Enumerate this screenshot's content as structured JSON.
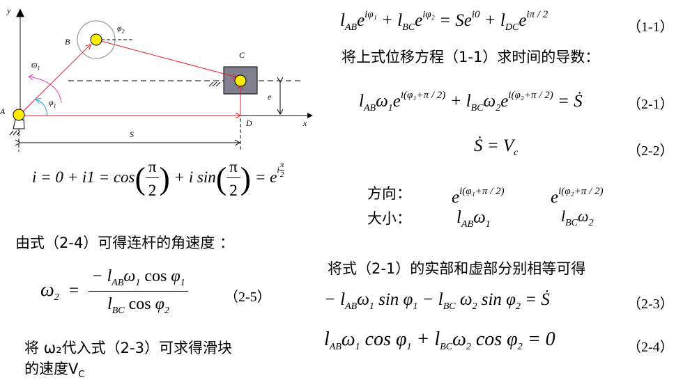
{
  "diagram": {
    "labels": {
      "y": "y",
      "x": "x",
      "A": "A",
      "B": "B",
      "C": "C",
      "D": "D",
      "S": "S",
      "e": "e",
      "omega1": "ϖ",
      "omega1_sub": "1",
      "phi1": "φ",
      "phi1_sub": "1",
      "phi2": "φ",
      "phi2_sub": "2"
    },
    "colors": {
      "link": "#e8202a",
      "joint": "#ffee00",
      "slider": "#808090",
      "omega": "#e040c0",
      "phi": "#20a0e0"
    }
  },
  "left": {
    "euler_eq": {
      "lhs": "i = 0 + i1 = cos",
      "pi": "π",
      "two": "2",
      "plus_isin": "+ i sin",
      "equals_e": "= e",
      "exp_i": "i",
      "exp_pi": "π",
      "exp_2": "2"
    },
    "text1": "由式（2-4）可得连杆的角速度 ：",
    "omega2_eq": {
      "lhs": "ω",
      "lhs_sub": "2",
      "eq": "=",
      "num": [
        "− ",
        "l",
        "AB",
        "ω",
        "1",
        " cos ",
        "φ",
        "1"
      ],
      "den": [
        "l",
        "BC",
        " cos ",
        "φ",
        "2"
      ],
      "number": "（2-5）"
    },
    "text2_line1": "将 ω₂代入式（2-3）可求得滑块",
    "text2_line2": "的速度V",
    "text2_line2_sub": "C"
  },
  "right": {
    "eq_1_1": {
      "tokens": [
        [
          "l",
          "AB"
        ],
        [
          "e",
          null,
          "iφ₁"
        ],
        [
          " + ",
          null
        ],
        [
          "l",
          "BC"
        ],
        [
          "e",
          null,
          "iφ₂"
        ],
        [
          " = S",
          null
        ],
        [
          "e",
          null,
          "i0"
        ],
        [
          " + ",
          null
        ],
        [
          "l",
          "DC"
        ],
        [
          "e",
          null,
          "iπ / 2"
        ]
      ],
      "number": "（1-1）"
    },
    "text_derivative": "将上式位移方程（1-1）求时间的导数：",
    "eq_2_1": {
      "tokens": [
        [
          "l",
          "AB"
        ],
        [
          "ω",
          "1"
        ],
        [
          "e",
          null,
          "i(φ₁+π / 2)"
        ],
        [
          " + ",
          null
        ],
        [
          "l",
          "BC"
        ],
        [
          "ω",
          "2"
        ],
        [
          "e",
          null,
          "i(φ₂+π / 2)"
        ],
        [
          " = Ṡ",
          null
        ]
      ],
      "number": "（2-1）"
    },
    "eq_2_2": {
      "tokens": [
        [
          "Ṡ = V",
          "c"
        ]
      ],
      "number": "（2-2）"
    },
    "direction_label": "方向：",
    "direction_1": {
      "base": "e",
      "exp": "i(φ₁+π / 2)"
    },
    "direction_2": {
      "base": "e",
      "exp": "i(φ₂+π / 2)"
    },
    "magnitude_label": "大小：",
    "magnitude_1": [
      [
        "l",
        "AB"
      ],
      [
        "ω",
        "1"
      ]
    ],
    "magnitude_2": [
      [
        "l",
        "BC"
      ],
      [
        "ω",
        "2"
      ]
    ],
    "text_real_imag": "将式（2-1）的实部和虚部分别相等可得",
    "eq_2_3": {
      "tokens": [
        [
          "− ",
          null
        ],
        [
          "l",
          "AB"
        ],
        [
          "ω",
          "1"
        ],
        [
          " sin φ",
          "1"
        ],
        [
          " − ",
          null
        ],
        [
          "l",
          "BC"
        ],
        [
          " ω",
          "2"
        ],
        [
          " sin φ",
          "2"
        ],
        [
          " = Ṡ",
          null
        ]
      ],
      "number": "（2-3）"
    },
    "eq_2_4": {
      "tokens": [
        [
          "l",
          "AB"
        ],
        [
          "ω",
          "1"
        ],
        [
          " cos φ",
          "1"
        ],
        [
          " + ",
          null
        ],
        [
          "l",
          "BC"
        ],
        [
          "ω",
          "2"
        ],
        [
          " cos φ",
          "2"
        ],
        [
          " = 0",
          null
        ]
      ],
      "number": "（2-4）"
    }
  }
}
